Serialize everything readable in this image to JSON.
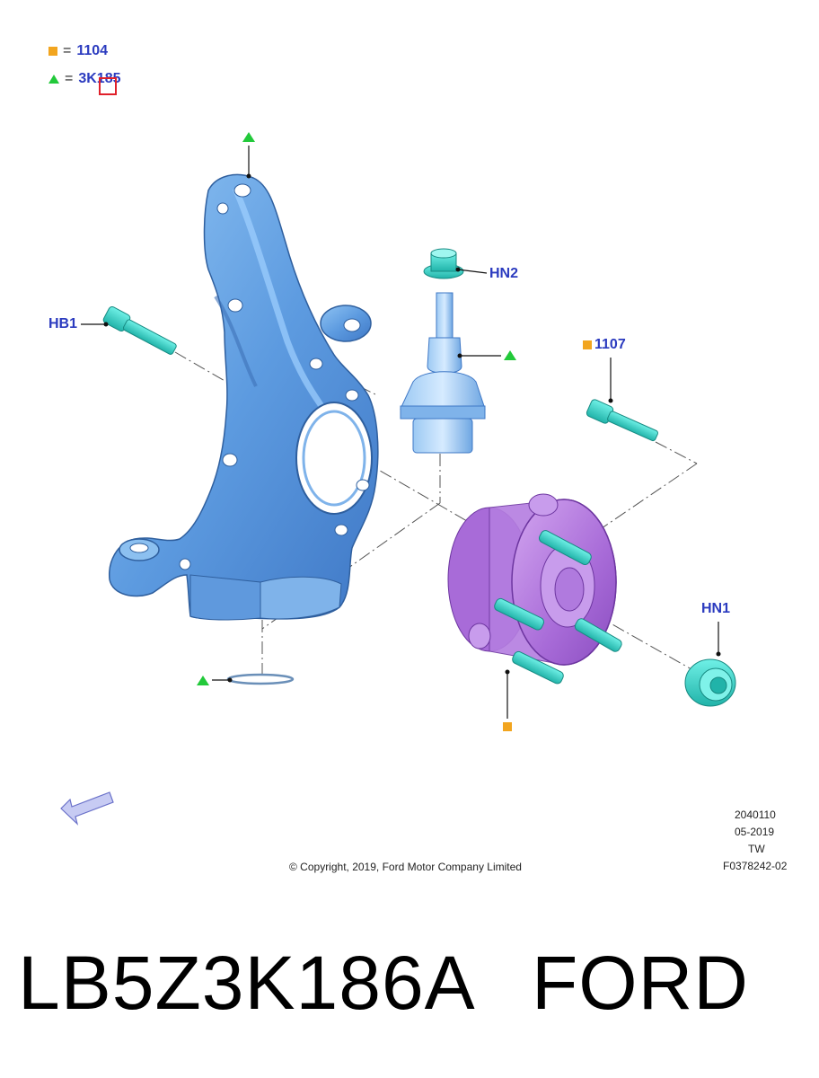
{
  "legend": [
    {
      "symbol": "square",
      "color": "#f2a51f",
      "eq": "=",
      "code": "1104"
    },
    {
      "symbol": "triangle",
      "color": "#22c93a",
      "eq": "=",
      "code": "3K185"
    }
  ],
  "callouts": {
    "hb1": "HB1",
    "hn2": "HN2",
    "c1107": "1107",
    "hn1": "HN1"
  },
  "footer": {
    "copyright": "© Copyright, 2019, Ford Motor Company Limited",
    "code1": "2040110",
    "date": "05-2019",
    "region": "TW",
    "figure": "F0378242-02"
  },
  "bottom": {
    "part_number": "LB5Z3K186A",
    "brand": "FORD"
  },
  "colors": {
    "knuckle": "#6aa6e6",
    "bolt": "#3fd6cc",
    "hub": "#b47de0",
    "callout": "#2b3bbf",
    "square_marker": "#f2a51f",
    "triangle_marker": "#22c93a"
  }
}
